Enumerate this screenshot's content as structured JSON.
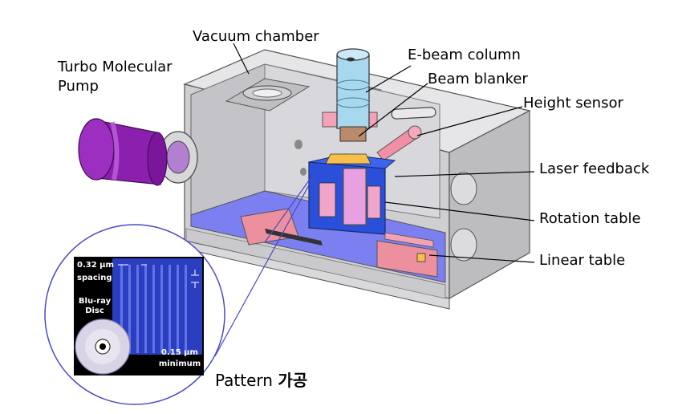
{
  "labels": {
    "vacuum_chamber": "Vacuum chamber",
    "turbo_pump_line1": "Turbo Molecular",
    "turbo_pump_line2": "Pump",
    "ebeam_column": "E-beam column",
    "beam_blanker": "Beam blanker",
    "height_sensor": "Height sensor",
    "laser_feedback": "Laser feedback",
    "rotation_table": "Rotation table",
    "linear_table": "Linear table"
  },
  "inset": {
    "spacing_value": "0.32 μm",
    "spacing_word": "spacing",
    "disc_line1": "Blu-ray",
    "disc_line2": "Disc",
    "minimum_value": "0.15 μm",
    "minimum_word": "minimum"
  },
  "caption": {
    "text": "Pattern",
    "bold": "가공"
  },
  "colors": {
    "chamber": "#d4d4d6",
    "pump": "#8b1fae",
    "stage_blue": "#2a4fd8",
    "stage_pink": "#e8a0c8",
    "floor": "#7b7ff0",
    "column": "#a8d8ee",
    "inset_bg": "#000000",
    "circle_outline": "#4a49c8"
  }
}
